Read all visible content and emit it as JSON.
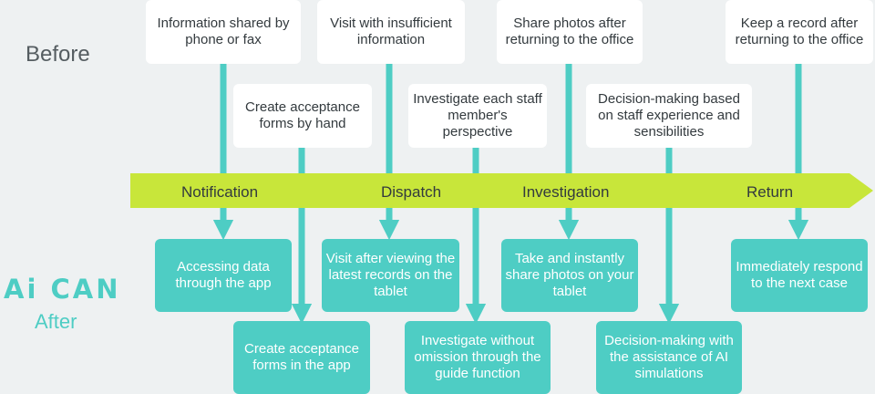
{
  "labels": {
    "before": "Before",
    "brand": "Ai CAN",
    "after": "After"
  },
  "stages": {
    "notification": "Notification",
    "dispatch": "Dispatch",
    "investigation": "Investigation",
    "return": "Return"
  },
  "before_items": {
    "phone_fax": "Information shared by phone or fax",
    "forms_by_hand": "Create acceptance forms by hand",
    "insufficient_info": "Visit with insufficient information",
    "staff_perspective": "Investigate each staff member's perspective",
    "share_photos_office": "Share photos after returning to the office",
    "staff_experience": "Decision-making based on staff experience and sensibilities",
    "record_after_return": "Keep a record after returning to the office"
  },
  "after_items": {
    "data_app": "Accessing data through the app",
    "forms_in_app": "Create acceptance forms in the app",
    "latest_records": "Visit after viewing the latest records on the tablet",
    "guide_function": "Investigate without omission through the guide function",
    "instant_photos": "Take and instantly share photos on your tablet",
    "ai_simulations": "Decision-making with the assistance of AI simulations",
    "next_case": "Immediately respond to the next case"
  },
  "colors": {
    "arrow_band": "#c8e63a",
    "teal": "#4ecdc4",
    "background": "#eef1f2"
  }
}
